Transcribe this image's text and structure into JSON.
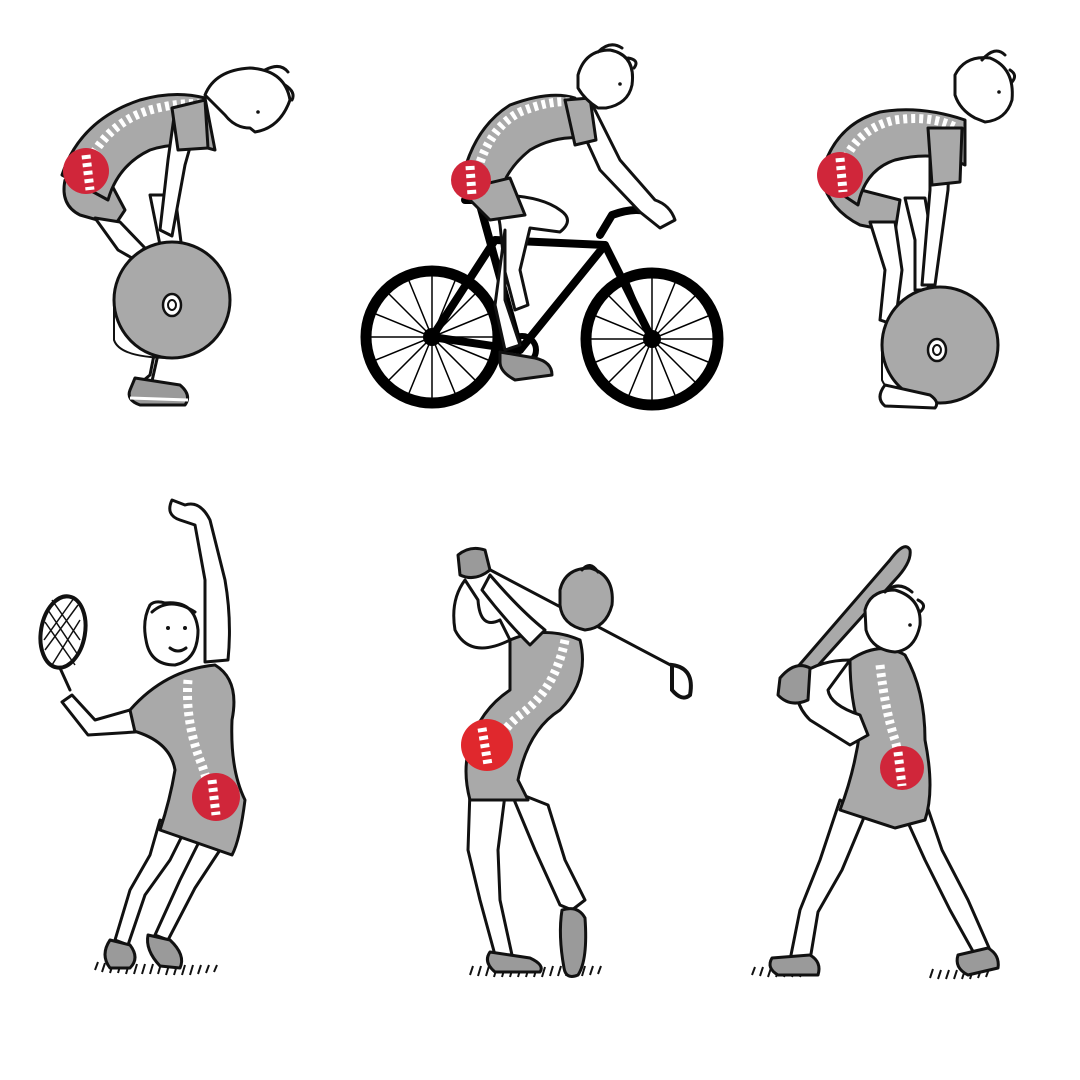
{
  "colors": {
    "background": "#ffffff",
    "pain_marker": "#d0263a",
    "suit": "#a9a9a9",
    "outline": "#111111",
    "spine": "#ffffff"
  },
  "figures": [
    {
      "id": "deadlift-bent",
      "icon": "weightlifter-icon",
      "pain_area": "lower-back"
    },
    {
      "id": "cyclist",
      "icon": "bicycle-icon",
      "pain_area": "lower-back"
    },
    {
      "id": "deadlift-lift",
      "icon": "weightlifter-icon",
      "pain_area": "lower-back"
    },
    {
      "id": "tennis-serve",
      "icon": "tennis-racket-icon",
      "pain_area": "lower-back"
    },
    {
      "id": "golf-swing",
      "icon": "golf-club-icon",
      "pain_area": "lower-back"
    },
    {
      "id": "baseball-batter",
      "icon": "baseball-bat-icon",
      "pain_area": "lower-back"
    }
  ]
}
